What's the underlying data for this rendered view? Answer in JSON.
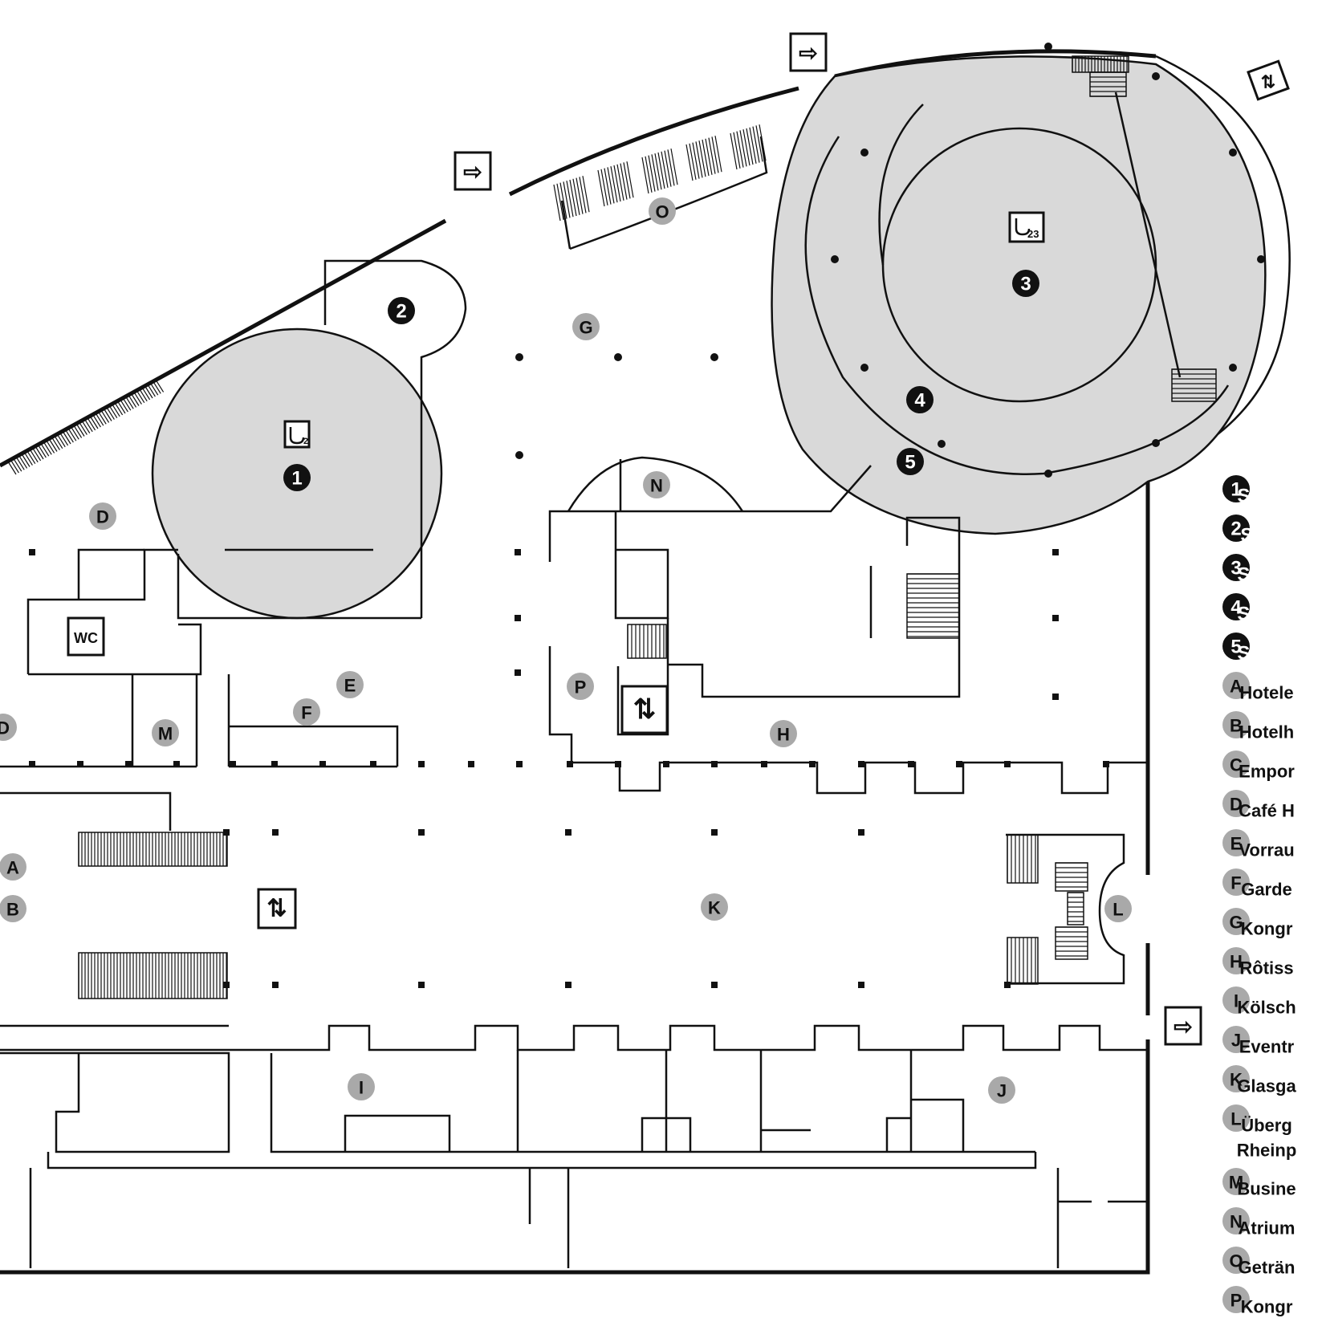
{
  "plan_markers": [
    {
      "id": "m1",
      "label": "1",
      "style": "dark"
    },
    {
      "id": "m2",
      "label": "2",
      "style": "dark"
    },
    {
      "id": "m3",
      "label": "3",
      "style": "dark"
    },
    {
      "id": "m4",
      "label": "4",
      "style": "dark"
    },
    {
      "id": "m5",
      "label": "5",
      "style": "dark"
    },
    {
      "id": "mA",
      "label": "A",
      "style": "light"
    },
    {
      "id": "mB",
      "label": "B",
      "style": "light"
    },
    {
      "id": "mD1",
      "label": "D",
      "style": "light"
    },
    {
      "id": "mD2",
      "label": "D",
      "style": "light"
    },
    {
      "id": "mE",
      "label": "E",
      "style": "light"
    },
    {
      "id": "mF",
      "label": "F",
      "style": "light"
    },
    {
      "id": "mG",
      "label": "G",
      "style": "light"
    },
    {
      "id": "mH",
      "label": "H",
      "style": "light"
    },
    {
      "id": "mI",
      "label": "I",
      "style": "light"
    },
    {
      "id": "mJ",
      "label": "J",
      "style": "light"
    },
    {
      "id": "mK",
      "label": "K",
      "style": "light"
    },
    {
      "id": "mL",
      "label": "L",
      "style": "light"
    },
    {
      "id": "mM",
      "label": "M",
      "style": "light"
    },
    {
      "id": "mN",
      "label": "N",
      "style": "light"
    },
    {
      "id": "mO",
      "label": "O",
      "style": "light"
    },
    {
      "id": "mP",
      "label": "P",
      "style": "light"
    }
  ],
  "room_icons": {
    "room1_capacity_sub": "2",
    "room3_capacity_sub": "23",
    "wc_label": "WC"
  },
  "legend": [
    {
      "key": "1",
      "style": "dark",
      "text": "Saal/H"
    },
    {
      "key": "2",
      "style": "dark",
      "text": "Salon"
    },
    {
      "key": "3",
      "style": "dark",
      "text": "Saal/H"
    },
    {
      "key": "4",
      "style": "dark",
      "text": "Saal/H"
    },
    {
      "key": "5",
      "style": "dark",
      "text": "Saal/H"
    },
    {
      "key": "A",
      "style": "light",
      "text": "Hotele"
    },
    {
      "key": "B",
      "style": "light",
      "text": "Hotelh"
    },
    {
      "key": "C",
      "style": "light",
      "text": "Empor"
    },
    {
      "key": "D",
      "style": "light",
      "text": "Café H"
    },
    {
      "key": "E",
      "style": "light",
      "text": "Vorrau"
    },
    {
      "key": "F",
      "style": "light",
      "text": "Garde"
    },
    {
      "key": "G",
      "style": "light",
      "text": "Kongr"
    },
    {
      "key": "H",
      "style": "light",
      "text": "Rôtiss"
    },
    {
      "key": "I",
      "style": "light",
      "text": "Kölsch"
    },
    {
      "key": "J",
      "style": "light",
      "text": "Eventr"
    },
    {
      "key": "K",
      "style": "light",
      "text": "Glasga"
    },
    {
      "key": "L",
      "style": "light",
      "text": "Überg",
      "text2": "Rheinp"
    },
    {
      "key": "M",
      "style": "light",
      "text": "Busine"
    },
    {
      "key": "N",
      "style": "light",
      "text": "Atrium"
    },
    {
      "key": "O",
      "style": "light",
      "text": "Geträn"
    },
    {
      "key": "P",
      "style": "light",
      "text": "Kongr"
    }
  ],
  "icons": [
    "emergency-exit-icon",
    "elevator-icon",
    "hook-capacity-icon",
    "wc-icon",
    "stairs-icon"
  ]
}
